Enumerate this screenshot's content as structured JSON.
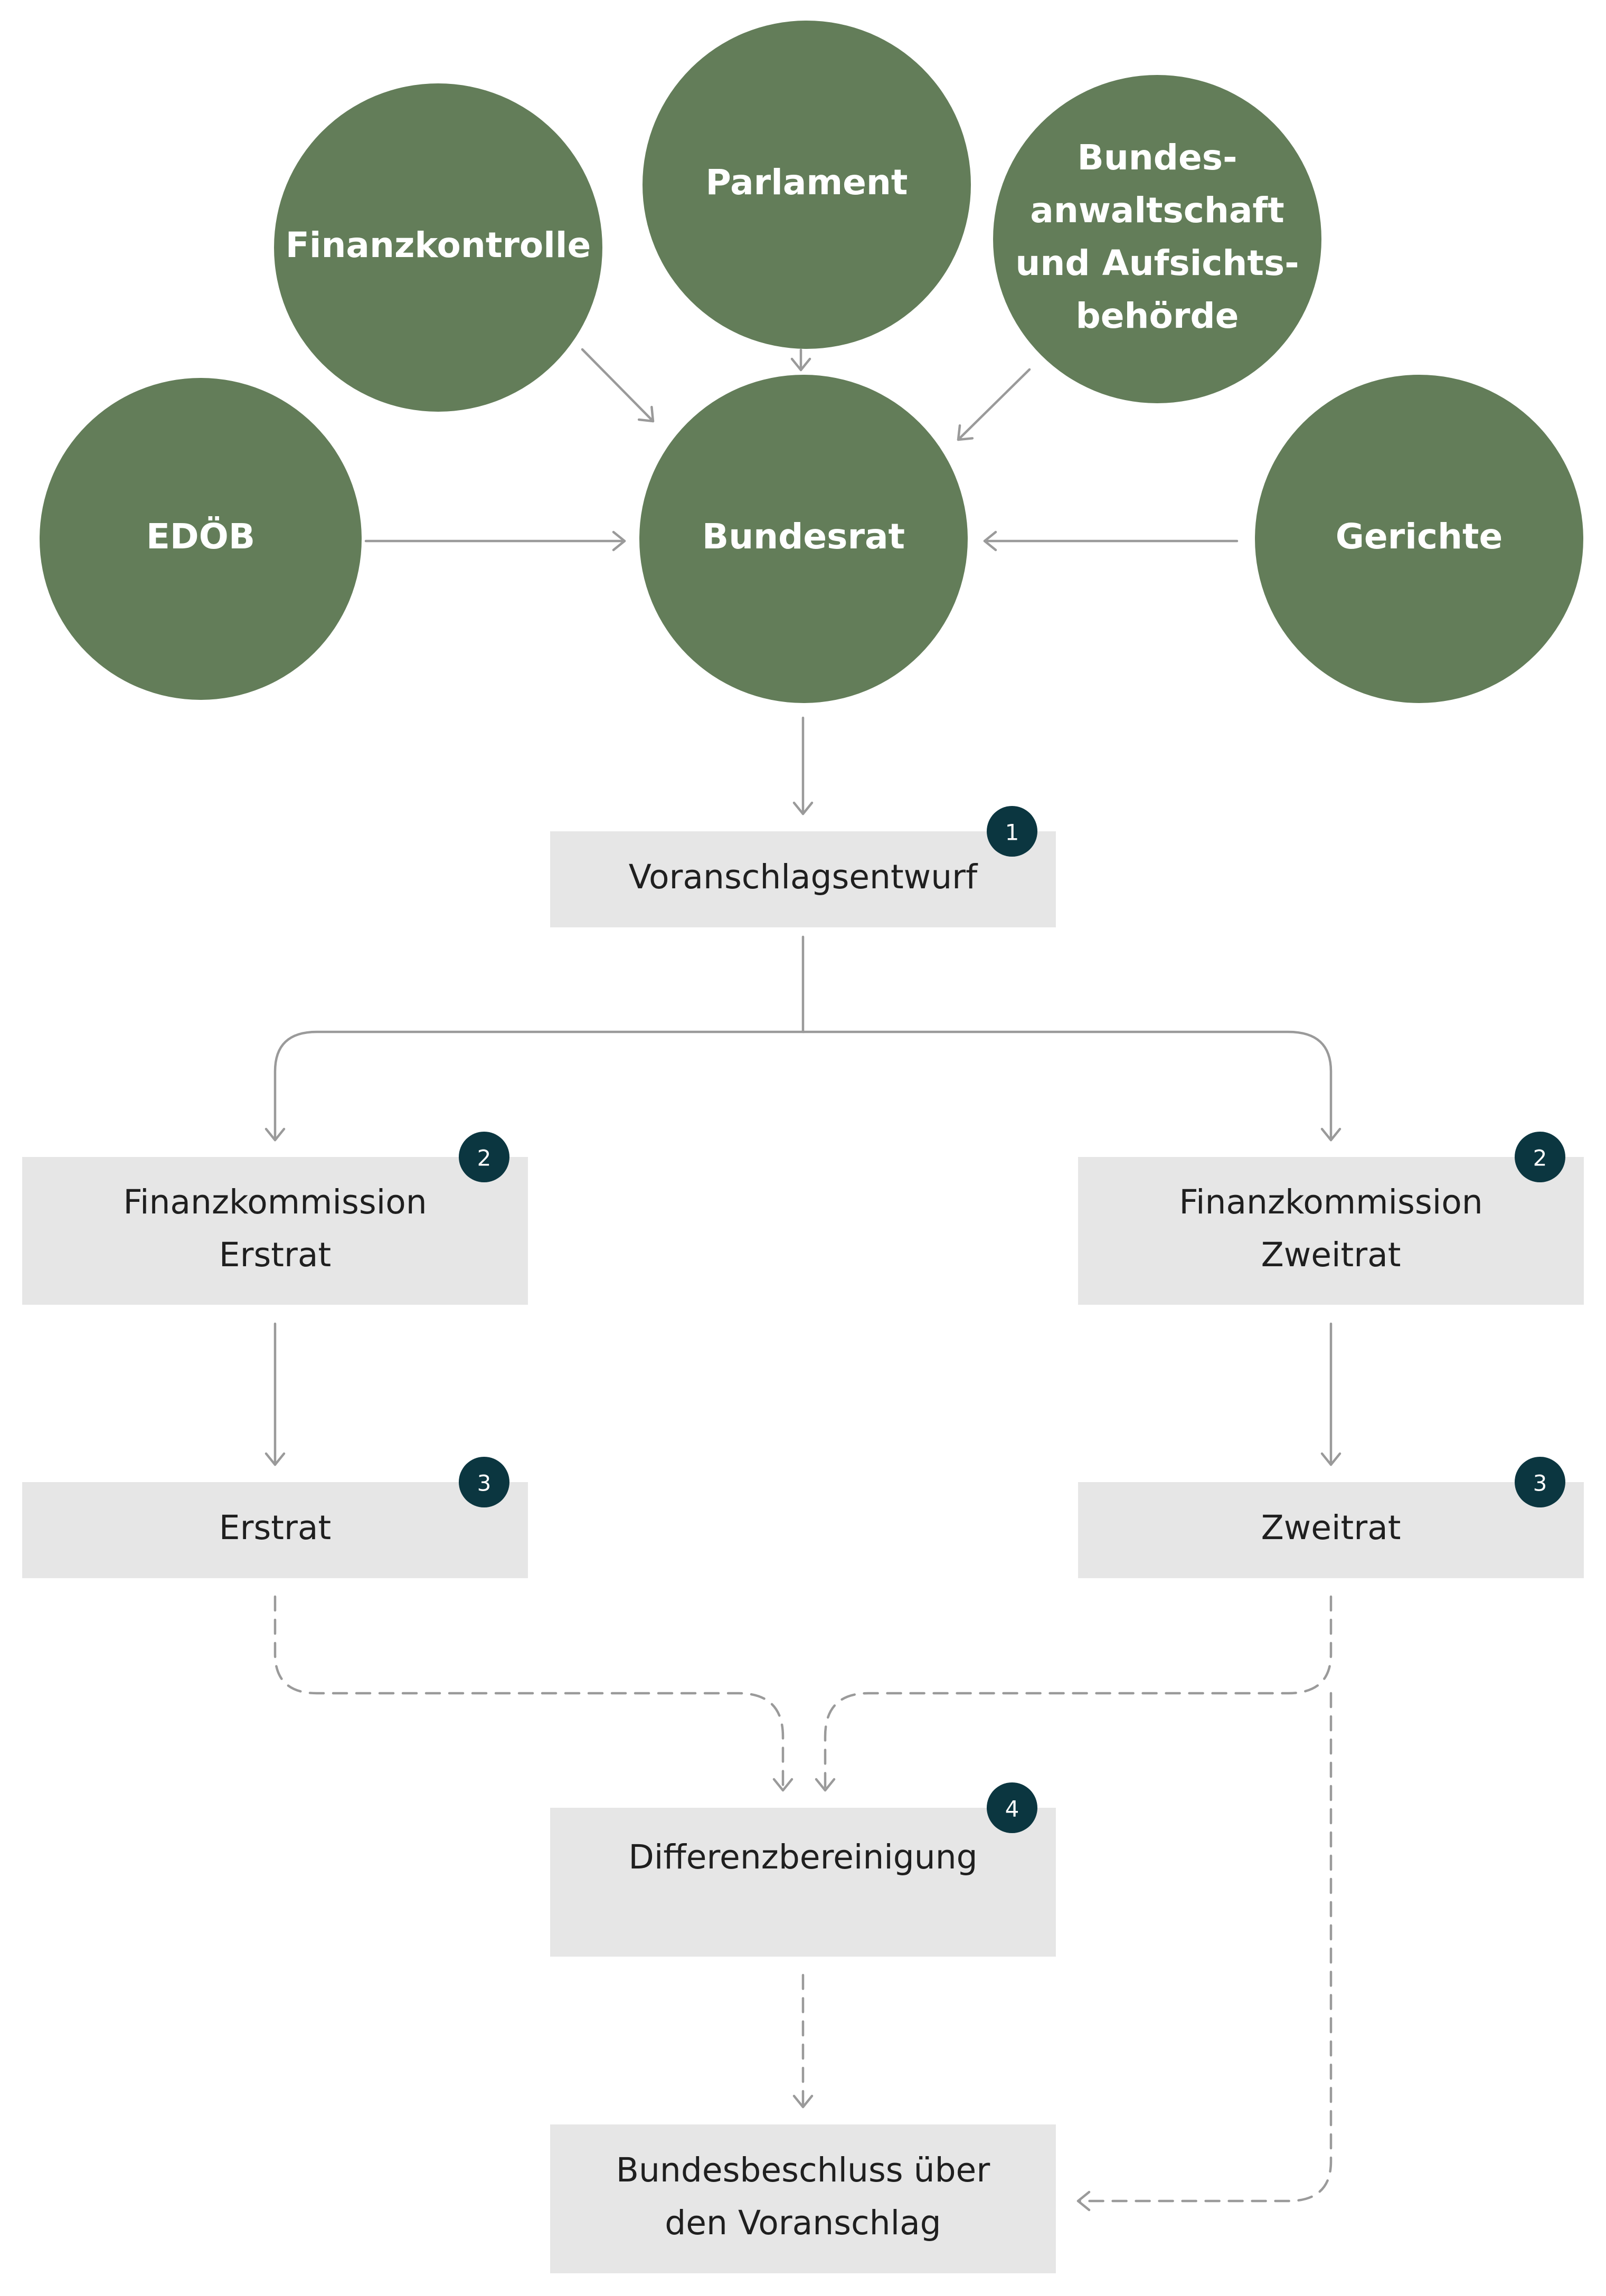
{
  "colors": {
    "circle_fill": "#637d59",
    "box_fill": "#e6e6e6",
    "badge_fill": "#0b3640",
    "connector": "#9a9a9a",
    "box_text": "#1f1f1f",
    "circle_text": "#ffffff"
  },
  "nodes": {
    "finanzkontrolle": {
      "lines": [
        "Finanzkontrolle"
      ]
    },
    "parlament": {
      "lines": [
        "Parlament"
      ]
    },
    "bundesanwaltschaft": {
      "lines": [
        "Bundes-",
        "anwaltschaft",
        "und Aufsichts-",
        "behörde"
      ]
    },
    "edoeb": {
      "lines": [
        "EDÖB"
      ]
    },
    "bundesrat": {
      "lines": [
        "Bundesrat"
      ]
    },
    "gerichte": {
      "lines": [
        "Gerichte"
      ]
    },
    "voranschlagsentwurf": {
      "lines": [
        "Voranschlagsentwurf"
      ],
      "badge": "1"
    },
    "fk_erstrat": {
      "lines": [
        "Finanzkommission",
        "Erstrat"
      ],
      "badge": "2"
    },
    "fk_zweitrat": {
      "lines": [
        "Finanzkommission",
        "Zweitrat"
      ],
      "badge": "2"
    },
    "erstrat": {
      "lines": [
        "Erstrat"
      ],
      "badge": "3"
    },
    "zweitrat": {
      "lines": [
        "Zweitrat"
      ],
      "badge": "3"
    },
    "differenzbereinigung": {
      "lines": [
        "Differenzbereinigung"
      ],
      "badge": "4"
    },
    "bundesbeschluss": {
      "lines": [
        "Bundesbeschluss über",
        "den Voranschlag"
      ]
    }
  },
  "edges": [
    {
      "from": "finanzkontrolle",
      "to": "bundesrat",
      "style": "solid"
    },
    {
      "from": "parlament",
      "to": "bundesrat",
      "style": "solid"
    },
    {
      "from": "bundesanwaltschaft",
      "to": "bundesrat",
      "style": "solid"
    },
    {
      "from": "edoeb",
      "to": "bundesrat",
      "style": "solid"
    },
    {
      "from": "gerichte",
      "to": "bundesrat",
      "style": "solid"
    },
    {
      "from": "bundesrat",
      "to": "voranschlagsentwurf",
      "style": "solid"
    },
    {
      "from": "voranschlagsentwurf",
      "to": "fk_erstrat",
      "style": "solid"
    },
    {
      "from": "voranschlagsentwurf",
      "to": "fk_zweitrat",
      "style": "solid"
    },
    {
      "from": "fk_erstrat",
      "to": "erstrat",
      "style": "solid"
    },
    {
      "from": "fk_zweitrat",
      "to": "zweitrat",
      "style": "solid"
    },
    {
      "from": "erstrat",
      "to": "differenzbereinigung",
      "style": "dashed"
    },
    {
      "from": "zweitrat",
      "to": "differenzbereinigung",
      "style": "dashed"
    },
    {
      "from": "differenzbereinigung",
      "to": "bundesbeschluss",
      "style": "dashed"
    },
    {
      "from": "zweitrat",
      "to": "bundesbeschluss",
      "style": "dashed"
    }
  ]
}
